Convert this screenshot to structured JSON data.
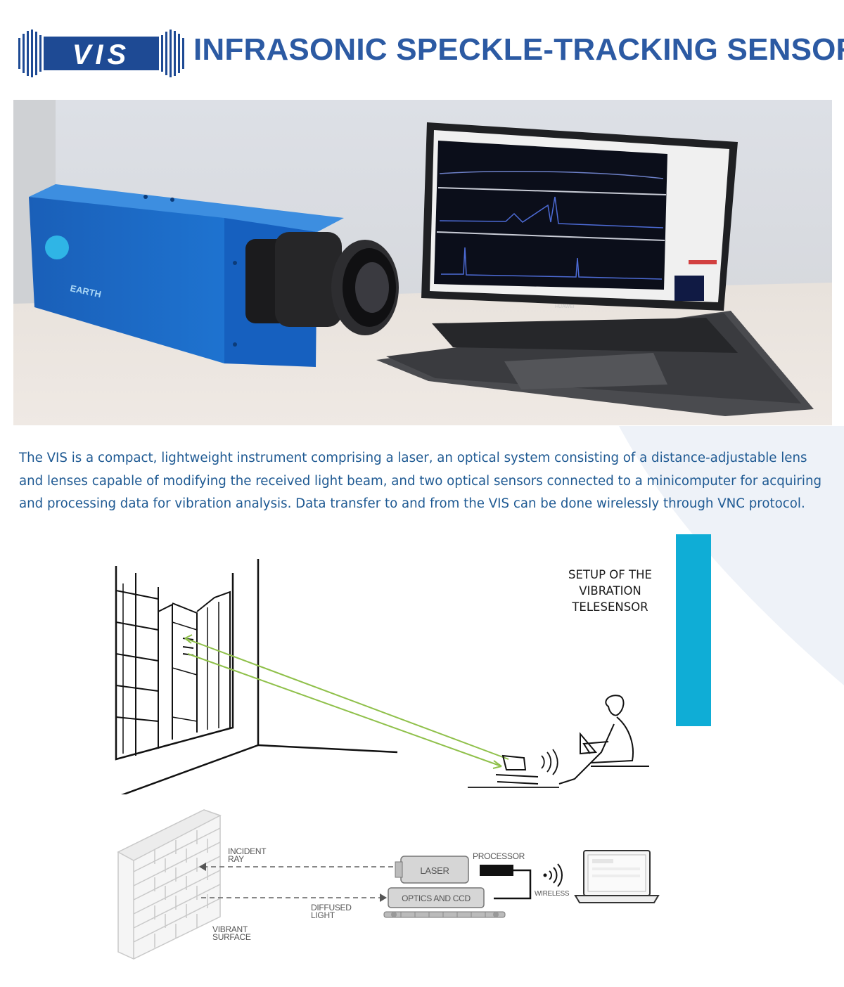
{
  "header": {
    "logo_text": "VIS",
    "title": "INFRASONIC SPECKLE-TRACKING SENSOR"
  },
  "photo": {
    "device_brand": "EARTH",
    "laptop_brand": "HUAWEI"
  },
  "description": "The VIS is a compact, lightweight instrument comprising a laser, an optical system consisting of a distance-adjustable lens and lenses capable of modifying the received light beam, and two optical sensors connected to a minicomputer for acquiring and processing data for vibration analysis. Data transfer to and from the VIS can be done wirelessly through VNC protocol.",
  "diagram": {
    "caption": "SETUP OF THE\nVIBRATION\nTELESENSOR",
    "labels": {
      "incident_ray": [
        "INCIDENT",
        "RAY"
      ],
      "diffused_light": [
        "DIFFUSED",
        "LIGHT"
      ],
      "vibrant_surface": [
        "VIBRANT",
        "SURFACE"
      ],
      "laser": "LASER",
      "optics": "OPTICS AND CCD",
      "processor": "PROCESSOR",
      "wireless": "WIRELESS"
    }
  },
  "colors": {
    "title_blue": "#2c5aa3",
    "text_blue": "#1f5a93",
    "accent_cyan": "#0fadd6",
    "laser_green": "#8fc04a"
  }
}
